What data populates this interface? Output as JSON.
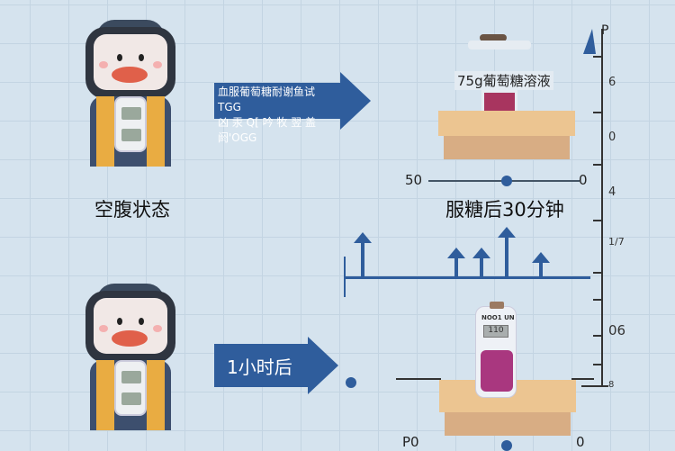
{
  "fasting_label": "空腹状态",
  "arrow1": {
    "line1": "血服葡萄糖耐谢鱼试TGG",
    "line2": "凶 汞 Q[ 吟 牧 翌 盖 阏'OGG"
  },
  "cup_label": "75g葡萄糖溶液",
  "after30_label": "服糖后30分钟",
  "arrow2": {
    "label": "1小时后"
  },
  "meter": {
    "brand": "NOO1 UN",
    "reading": "110"
  },
  "line_labels": {
    "top_left": "50",
    "top_right": "0",
    "bottom_left": "P0",
    "bottom_right": "0"
  },
  "axis": {
    "top": "P",
    "ticks": [
      "6",
      "0",
      "4",
      "1/7",
      "06",
      "8"
    ]
  },
  "colors": {
    "accent": "#2f5d9c",
    "background": "#d5e3ee"
  }
}
